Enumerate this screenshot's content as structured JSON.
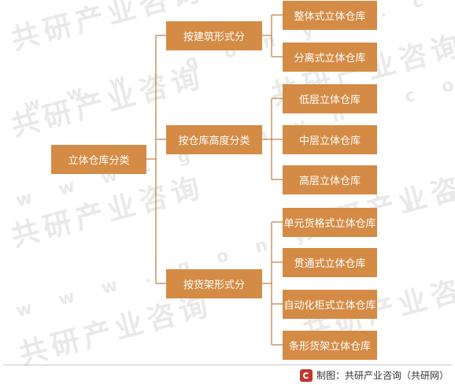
{
  "root": {
    "label": "立体仓库分类"
  },
  "categories": [
    {
      "label": "按建筑形式分",
      "children": [
        "整体式立体仓库",
        "分离式立体仓库"
      ]
    },
    {
      "label": "按仓库高度分类",
      "children": [
        "低层立体仓库",
        "中层立体仓库",
        "高层立体仓库"
      ]
    },
    {
      "label": "按货架形式分",
      "children": [
        "单元货格式立体仓库",
        "贯通式立体仓库",
        "自动化柜式立体仓库",
        "条形货架立体仓库"
      ]
    }
  ],
  "watermark": {
    "brand": "共研产业咨询",
    "url": "w w w . g o n y n . c o m"
  },
  "source": {
    "text": "制图：共研产业咨询（共研网）"
  },
  "colors": {
    "node": "#d48b45",
    "line": "#bd7c3e"
  }
}
